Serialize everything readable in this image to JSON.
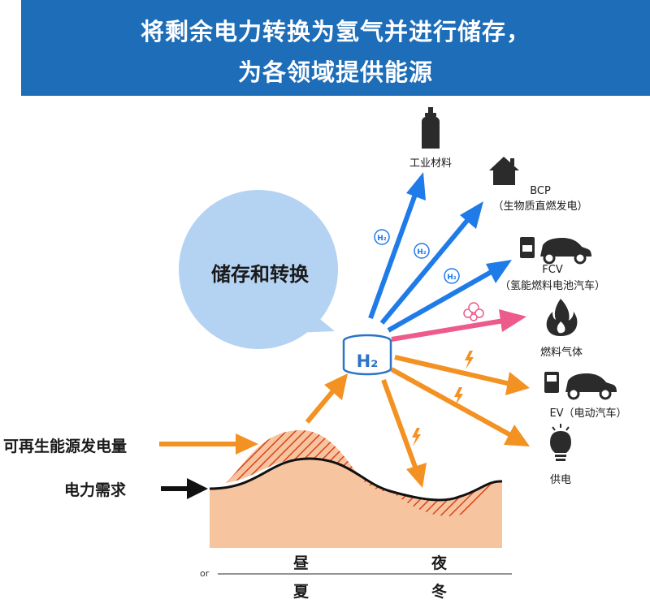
{
  "header": {
    "line1": "将剩余电力转换为氢气并进行储存，",
    "line2": "为各领域提供能源"
  },
  "hub": {
    "bubble_text": "储存和转换",
    "tank_label": "H₂",
    "carrier_label": "H₂"
  },
  "inputs": {
    "renewable": "可再生能源发电量",
    "demand": "电力需求"
  },
  "time_axis": {
    "or": "or",
    "day": "昼",
    "night": "夜",
    "summer": "夏",
    "winter": "冬"
  },
  "outputs": {
    "industrial": "工业材料",
    "bcp": "BCP",
    "bcp_sub": "（生物质直燃发电）",
    "fcv": "FCV",
    "fcv_sub": "（氢能燃料电池汽车）",
    "fuel_gas": "燃料气体",
    "ev": "EV（电动汽车）",
    "power": "供电"
  },
  "colors": {
    "banner": "#1d6db8",
    "bubble": "#b4d3f3",
    "blue_arrow": "#1f7be8",
    "pink_arrow": "#ec5b8a",
    "orange_arrow": "#f39122",
    "area": "#f7c4a0"
  }
}
